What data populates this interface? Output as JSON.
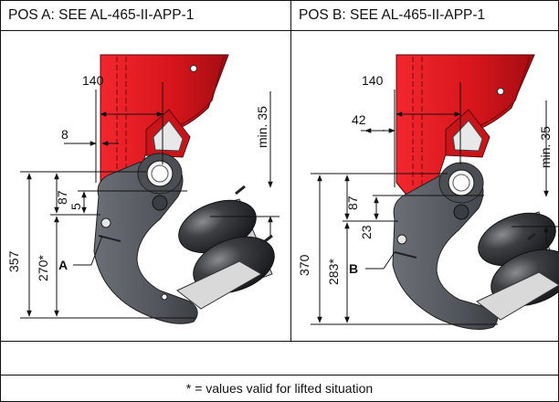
{
  "panels": {
    "a": {
      "title": "POS A: SEE AL-465-II-APP-1",
      "dims": {
        "top_width": "140",
        "offset": "8",
        "min": "min. 35",
        "upper": "87",
        "small": "5",
        "total": "357",
        "lifted": "270*"
      },
      "callout": "A"
    },
    "b": {
      "title": "POS B: SEE AL-465-II-APP-1",
      "dims": {
        "top_width": "140",
        "offset": "42",
        "min": "min. 35",
        "upper": "87",
        "small": "23",
        "total": "370",
        "lifted": "283*"
      },
      "callout": "B"
    }
  },
  "footer": "* = values valid for lifted situation",
  "colors": {
    "bracket": "#e0141c",
    "bracket_dark": "#b00d13",
    "arm": "#5a5d63",
    "arm_dark": "#3f4247",
    "bag": "#2a2b2e",
    "line": "#111111"
  }
}
